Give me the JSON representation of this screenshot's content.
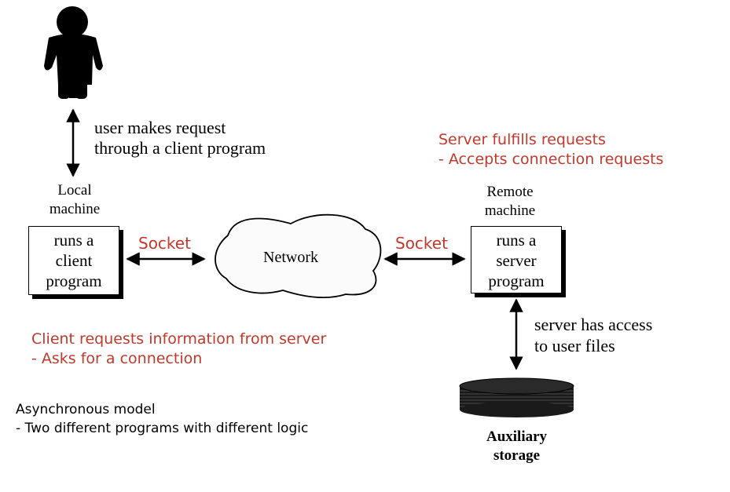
{
  "user_note": {
    "line1": "user makes request",
    "line2": "through a client program"
  },
  "server_note": {
    "line1": "Server fulfills requests",
    "line2": "- Accepts connection requests"
  },
  "local_label": {
    "line1": "Local",
    "line2": "machine"
  },
  "remote_label": {
    "line1": "Remote",
    "line2": "machine"
  },
  "client_box": {
    "line1": "runs a",
    "line2": "client",
    "line3": "program"
  },
  "server_box": {
    "line1": "runs a",
    "line2": "server",
    "line3": "program"
  },
  "socket_left": "Socket",
  "socket_right": "Socket",
  "network_label": "Network",
  "client_note": {
    "line1": "Client requests information from server",
    "line2": "- Asks for a connection"
  },
  "access_note": {
    "line1": "server has access",
    "line2": "to user files"
  },
  "async_note": {
    "line1": "Asynchronous model",
    "line2": "- Two different programs with different logic"
  },
  "storage_label": {
    "line1": "Auxiliary",
    "line2": "storage"
  },
  "colors": {
    "annotation": "#c0392b",
    "diagram": "#000000"
  },
  "icons": [
    "person-icon",
    "network-cloud-icon",
    "disk-storage-icon"
  ]
}
